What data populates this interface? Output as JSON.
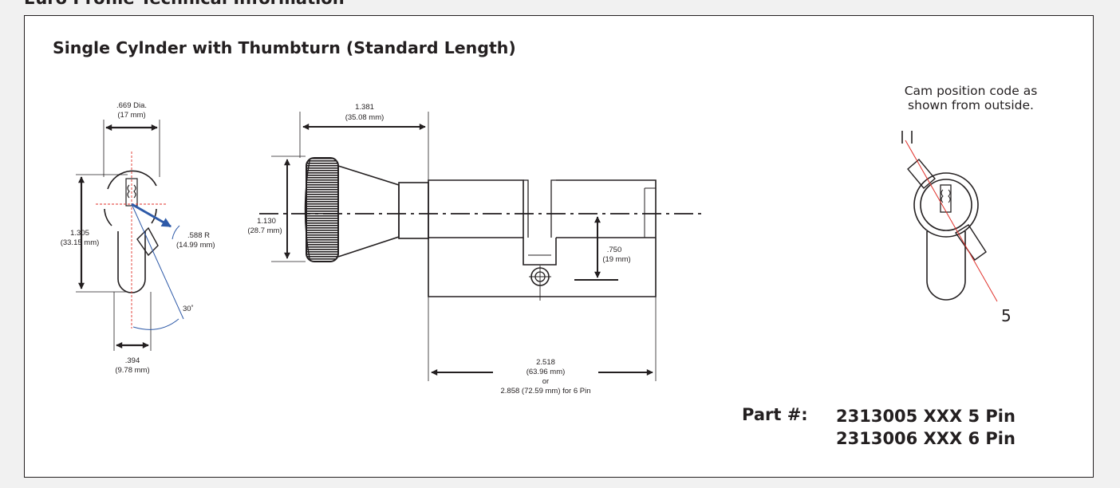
{
  "page_heading": "Euro Profile Technical Information",
  "section_title": "Single Cylnder with Thumbturn (Standard Length)",
  "left_view": {
    "dia_value": ".669 Dia.",
    "dia_mm": "(17 mm)",
    "height_value": "1.305",
    "height_mm": "(33.15 mm)",
    "radius_value": ".588 R",
    "radius_mm": "(14.99 mm)",
    "angle": "30˚",
    "width_value": ".394",
    "width_mm": "(9.78 mm)"
  },
  "side_view": {
    "thumbturn_length_value": "1.381",
    "thumbturn_length_mm": "(35.08 mm)",
    "knob_dia_value": "1.130",
    "knob_dia_mm": "(28.7 mm)",
    "cam_offset_value": ".750",
    "cam_offset_mm": "(19 mm)",
    "body_length_value": "2.518",
    "body_length_mm": "(63.96 mm)",
    "body_length_or": "or",
    "body_length_alt": "2.858 (72.59 mm) for 6 Pin"
  },
  "cam_view": {
    "note_line1": "Cam position code as",
    "note_line2": "shown from outside.",
    "top_code": "11",
    "bottom_code": "5",
    "guide_color": "#e0312b"
  },
  "part_numbers": {
    "label": "Part #:",
    "items": [
      "2313005 XXX 5 Pin",
      "2313006 XXX 6 Pin"
    ]
  },
  "colors": {
    "line": "#231f20",
    "arrow_blue": "#2e5aa8",
    "guide_red": "#e0312b"
  }
}
